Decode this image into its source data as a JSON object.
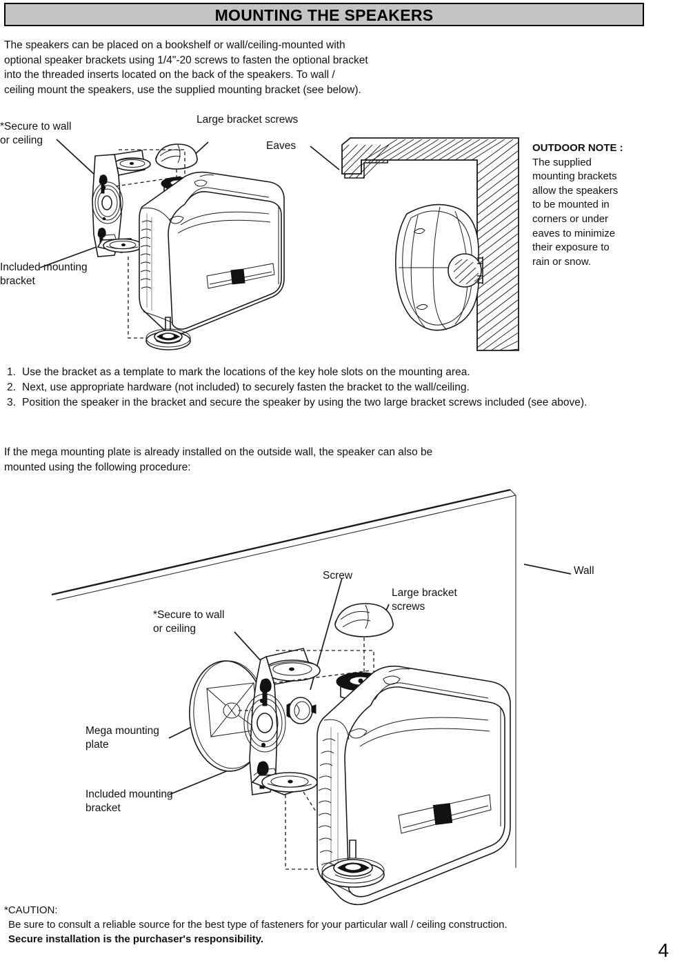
{
  "header": {
    "title": "MOUNTING THE SPEAKERS"
  },
  "intro": {
    "text": "The speakers can be placed on a bookshelf or wall/ceiling-mounted with\noptional speaker brackets using 1/4\"-20 screws to fasten the optional bracket\ninto the threaded inserts located on the back of the speakers. To wall /\nceiling mount the speakers, use the supplied mounting bracket (see below)."
  },
  "figure_top": {
    "labels": {
      "secure_to_wall": "*Secure to wall\n  or ceiling",
      "large_bracket_screws": "Large bracket screws",
      "eaves": "Eaves",
      "included_mounting_bracket": "Included mounting\nbracket"
    }
  },
  "outdoor_note": {
    "title": "OUTDOOR NOTE :",
    "body": "The supplied\nmounting brackets\nallow the speakers\nto be mounted in\ncorners or under\neaves to minimize\ntheir exposure to\nrain or snow."
  },
  "steps": [
    {
      "num": "1.",
      "text": "Use the bracket as a template to mark the locations of the key hole slots on the mounting area."
    },
    {
      "num": "2.",
      "text": "Next, use appropriate hardware (not included) to securely fasten the bracket to the wall/ceiling."
    },
    {
      "num": "3.",
      "text": "Position the speaker in the bracket and secure the speaker by using the two large bracket screws included (see above)."
    }
  ],
  "mega_note": {
    "text": "If the mega mounting plate is already installed on the outside wall, the speaker can also be\nmounted using the following procedure:"
  },
  "figure_bottom": {
    "labels": {
      "wall": "Wall",
      "screw": "Screw",
      "large_bracket_screws": "Large bracket\nscrews",
      "secure_to_wall": "*Secure to wall\n   or ceiling",
      "mega_mounting_plate": "Mega mounting\nplate",
      "included_mounting_bracket": "Included mounting\nbracket"
    }
  },
  "caution": {
    "title": "*CAUTION:",
    "body": "Be sure to consult a reliable source for the best type of fasteners for your particular wall / ceiling construction.",
    "bold": "Secure installation is the purchaser's responsibility."
  },
  "footer": {
    "page_number": "4"
  },
  "colors": {
    "header_background": "#c4c4c4",
    "header_border": "#000000",
    "text": "#111111",
    "line": "#1a1a1a"
  }
}
